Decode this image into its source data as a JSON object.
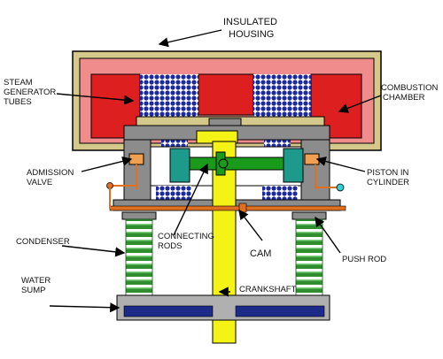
{
  "labels": {
    "insulated_1": "INSULATED",
    "insulated_2": "HOUSING",
    "steam_1": "STEAM",
    "steam_2": "GENERATOR",
    "steam_3": "TUBES",
    "combustion_1": "COMBUSTION",
    "combustion_2": "CHAMBER",
    "admission_1": "ADMISSION",
    "admission_2": "VALVE",
    "piston_1": "PISTON IN",
    "piston_2": "CYLINDER",
    "condenser": "CONDENSER",
    "connecting_1": "CONNECTING",
    "connecting_2": "RODS",
    "cam": "CAM",
    "push_rod": "PUSH ROD",
    "water_1": "WATER",
    "water_2": "SUMP",
    "crankshaft": "CRANKSHAFT"
  },
  "colors": {
    "housing": "#d4c88a",
    "insulation": "#f08c8c",
    "combustion": "#dd1f1f",
    "steam_tubes": "#1c2a9e",
    "crankshaft": "#f5f216",
    "cylinder": "#8c8c8c",
    "piston": "#1d9a8c",
    "connecting_rod": "#1a9a1a",
    "condenser": "#2f8f2f",
    "push_rod": "#e07020",
    "sump": "#1c2a8a"
  }
}
